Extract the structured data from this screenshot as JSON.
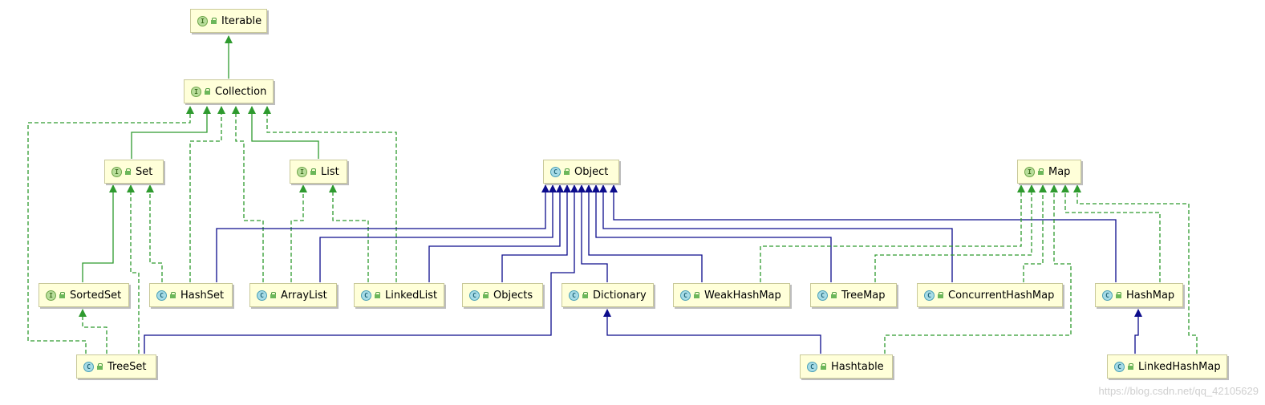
{
  "diagram": {
    "colors": {
      "implements": "#2e9a2e",
      "extends": "#0c0c8c",
      "node_fill": "#ffffd9"
    },
    "nodes": {
      "Iterable": {
        "label": "Iterable",
        "kind": "interface",
        "icon": "interface-icon"
      },
      "Collection": {
        "label": "Collection",
        "kind": "interface",
        "icon": "interface-icon"
      },
      "Set": {
        "label": "Set",
        "kind": "interface",
        "icon": "interface-icon"
      },
      "List": {
        "label": "List",
        "kind": "interface",
        "icon": "interface-icon"
      },
      "Object": {
        "label": "Object",
        "kind": "class",
        "icon": "class-icon"
      },
      "Map": {
        "label": "Map",
        "kind": "interface",
        "icon": "interface-icon"
      },
      "SortedSet": {
        "label": "SortedSet",
        "kind": "interface",
        "icon": "interface-icon"
      },
      "HashSet": {
        "label": "HashSet",
        "kind": "class",
        "icon": "class-icon"
      },
      "ArrayList": {
        "label": "ArrayList",
        "kind": "class",
        "icon": "class-icon"
      },
      "LinkedList": {
        "label": "LinkedList",
        "kind": "class",
        "icon": "class-icon"
      },
      "Objects": {
        "label": "Objects",
        "kind": "class",
        "icon": "class-icon"
      },
      "Dictionary": {
        "label": "Dictionary",
        "kind": "class",
        "icon": "class-icon"
      },
      "WeakHashMap": {
        "label": "WeakHashMap",
        "kind": "class",
        "icon": "class-icon"
      },
      "TreeMap": {
        "label": "TreeMap",
        "kind": "class",
        "icon": "class-icon"
      },
      "ConcurrentHashMap": {
        "label": "ConcurrentHashMap",
        "kind": "class",
        "icon": "class-icon"
      },
      "HashMap": {
        "label": "HashMap",
        "kind": "class",
        "icon": "class-icon"
      },
      "TreeSet": {
        "label": "TreeSet",
        "kind": "class",
        "icon": "class-icon"
      },
      "Hashtable": {
        "label": "Hashtable",
        "kind": "class",
        "icon": "class-icon"
      },
      "LinkedHashMap": {
        "label": "LinkedHashMap",
        "kind": "class",
        "icon": "class-icon"
      }
    },
    "edges": [
      {
        "from": "Collection",
        "to": "Iterable",
        "type": "extends-interface"
      },
      {
        "from": "Set",
        "to": "Collection",
        "type": "extends-interface"
      },
      {
        "from": "List",
        "to": "Collection",
        "type": "extends-interface"
      },
      {
        "from": "TreeSet",
        "to": "Collection",
        "type": "implements"
      },
      {
        "from": "HashSet",
        "to": "Collection",
        "type": "implements"
      },
      {
        "from": "ArrayList",
        "to": "Collection",
        "type": "implements"
      },
      {
        "from": "LinkedList",
        "to": "Collection",
        "type": "implements"
      },
      {
        "from": "SortedSet",
        "to": "Set",
        "type": "extends-interface"
      },
      {
        "from": "TreeSet",
        "to": "Set",
        "type": "implements"
      },
      {
        "from": "HashSet",
        "to": "Set",
        "type": "implements"
      },
      {
        "from": "ArrayList",
        "to": "List",
        "type": "implements"
      },
      {
        "from": "LinkedList",
        "to": "List",
        "type": "implements"
      },
      {
        "from": "TreeSet",
        "to": "SortedSet",
        "type": "implements"
      },
      {
        "from": "HashSet",
        "to": "Object",
        "type": "extends"
      },
      {
        "from": "ArrayList",
        "to": "Object",
        "type": "extends"
      },
      {
        "from": "LinkedList",
        "to": "Object",
        "type": "extends"
      },
      {
        "from": "Objects",
        "to": "Object",
        "type": "extends"
      },
      {
        "from": "Dictionary",
        "to": "Object",
        "type": "extends"
      },
      {
        "from": "WeakHashMap",
        "to": "Object",
        "type": "extends"
      },
      {
        "from": "TreeMap",
        "to": "Object",
        "type": "extends"
      },
      {
        "from": "ConcurrentHashMap",
        "to": "Object",
        "type": "extends"
      },
      {
        "from": "HashMap",
        "to": "Object",
        "type": "extends"
      },
      {
        "from": "TreeSet",
        "to": "Object",
        "type": "extends"
      },
      {
        "from": "Hashtable",
        "to": "Dictionary",
        "type": "extends"
      },
      {
        "from": "LinkedHashMap",
        "to": "HashMap",
        "type": "extends"
      },
      {
        "from": "WeakHashMap",
        "to": "Map",
        "type": "implements"
      },
      {
        "from": "TreeMap",
        "to": "Map",
        "type": "implements"
      },
      {
        "from": "ConcurrentHashMap",
        "to": "Map",
        "type": "implements"
      },
      {
        "from": "Hashtable",
        "to": "Map",
        "type": "implements"
      },
      {
        "from": "HashMap",
        "to": "Map",
        "type": "implements"
      },
      {
        "from": "LinkedHashMap",
        "to": "Map",
        "type": "implements"
      }
    ]
  },
  "watermark": "https://blog.csdn.net/qq_42105629"
}
